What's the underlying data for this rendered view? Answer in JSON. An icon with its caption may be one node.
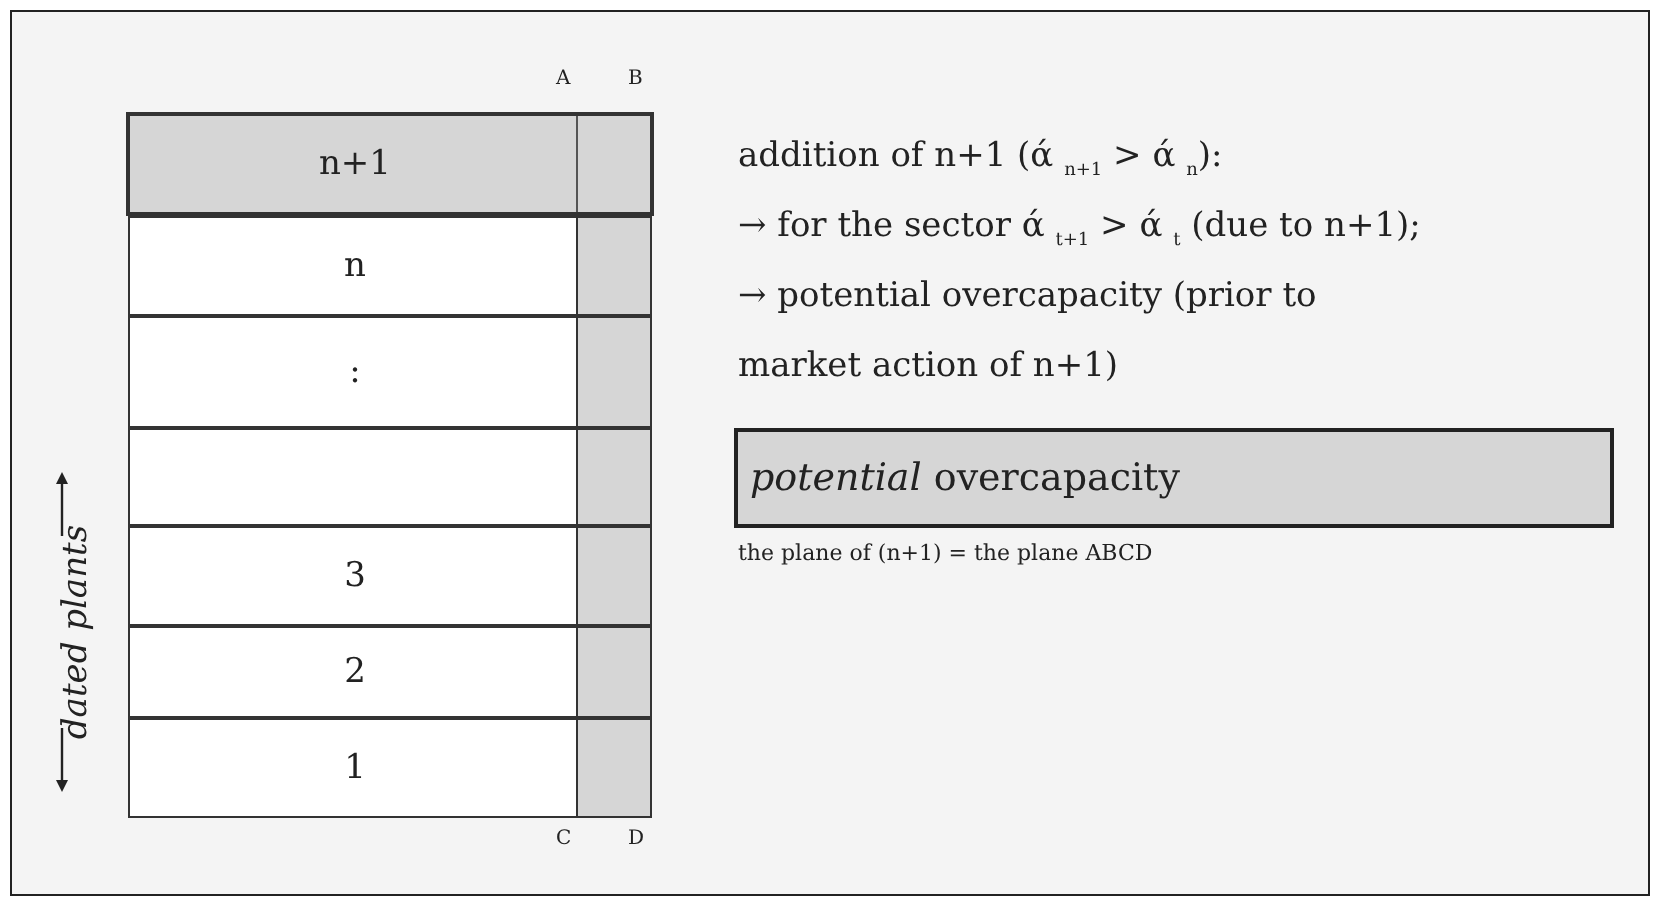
{
  "diagram": {
    "nodes": [
      {
        "text": [
          "n+1"
        ]
      },
      {
        "text": [
          "n"
        ]
      },
      {
        "text": [
          ":"
        ]
      },
      {
        "text": [],
        "shape": "box"
      },
      {
        "text": [
          "3"
        ]
      },
      {
        "text": [
          "2"
        ]
      },
      {
        "text": [
          "1"
        ]
      },
      {
        "text": [
          "*potential* overcapacity"
        ]
      }
    ],
    "edges": [],
    "labels": [
      "A",
      "B",
      "C",
      "D",
      "dated plants",
      "addition of n+1 (ά $_{n+1}$ > ά $_{n}$):",
      "→ for the sector ά $_{t+1}$ > ά $_{t}$ (due to n+1);",
      "→ potential overcapacity (prior to market action of n+1)",
      "the plane of (n+1) = the plane ABCD"
    ]
  }
}
